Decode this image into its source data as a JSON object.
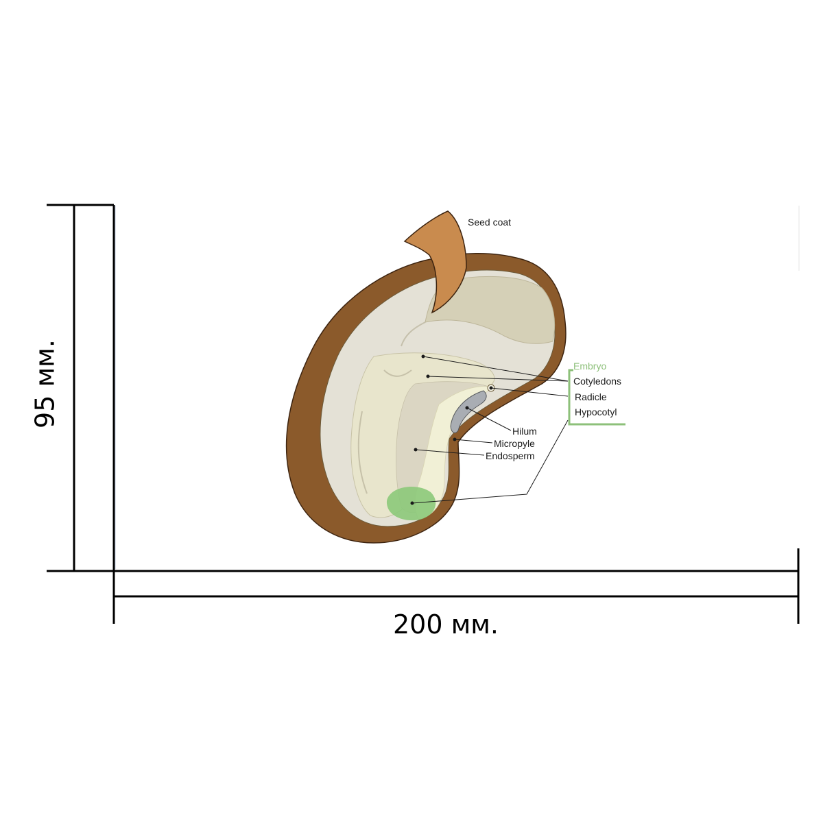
{
  "colors": {
    "seed_coat": "#8b5a2b",
    "seed_coat_flap": "#c98b4e",
    "cotyledon_light": "#e4e1d6",
    "cotyledon_dark": "#cfcbb2",
    "endosperm": "#dbd6c3",
    "embryo_green": "#8cc97a",
    "hilum_gray": "#a9adb3",
    "bracket_green": "#8dc07a",
    "dimension_line": "#000000"
  },
  "diagram": {
    "labels": {
      "seed_coat": "Seed coat",
      "embryo": "Embryo",
      "cotyledons": "Cotyledons",
      "radicle": "Radicle",
      "hypocotyl": "Hypocotyl",
      "hilum": "Hilum",
      "micropyle": "Micropyle",
      "endosperm": "Endosperm"
    }
  },
  "dimensions": {
    "height_label": "95 мм.",
    "width_label": "200 мм."
  }
}
